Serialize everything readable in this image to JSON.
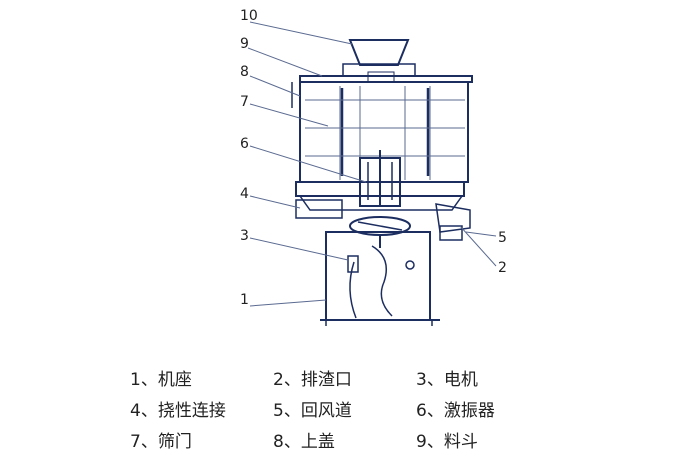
{
  "callouts": {
    "c1": "1",
    "c2": "2",
    "c3": "3",
    "c4": "4",
    "c5": "5",
    "c6": "6",
    "c7": "7",
    "c8": "8",
    "c9": "9",
    "c10": "10"
  },
  "legend": [
    [
      "1、机座",
      "2、排渣口",
      "3、电机"
    ],
    [
      "4、挠性连接",
      "5、回风道",
      "6、激振器"
    ],
    [
      "7、筛门",
      "8、上盖",
      "9、料斗"
    ]
  ],
  "colors": {
    "line": "#1c2d60",
    "text": "#222222"
  }
}
